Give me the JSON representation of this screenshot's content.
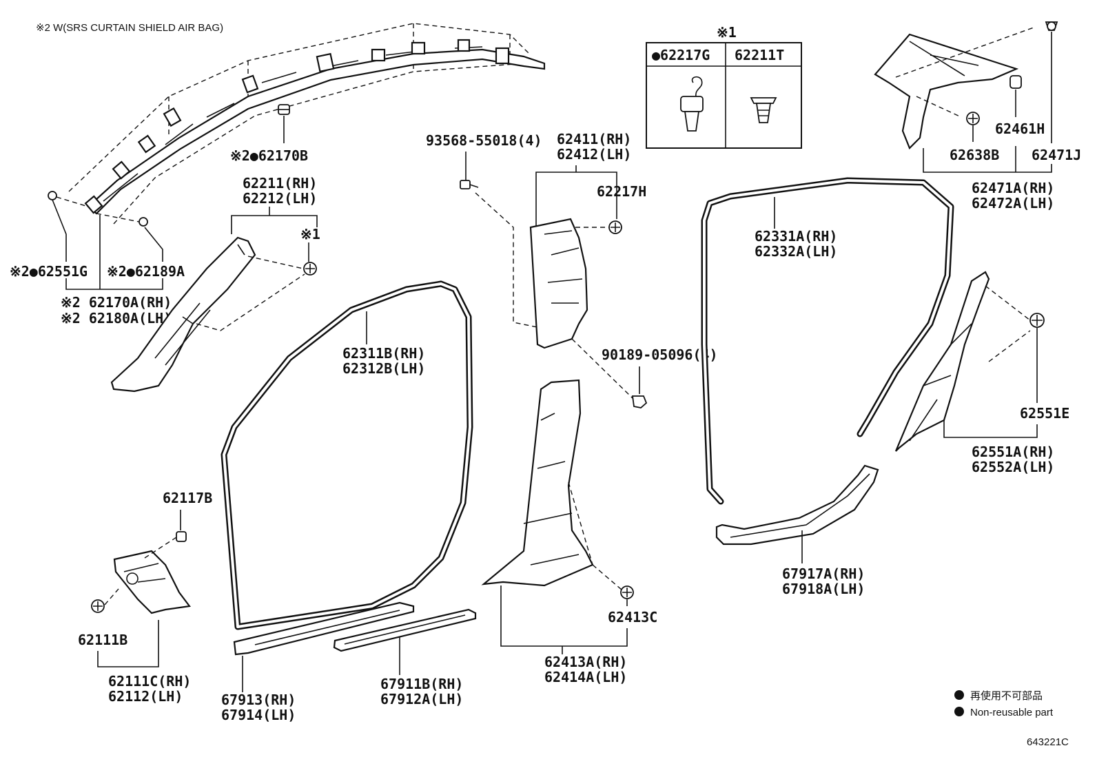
{
  "header_note": "※2 W(SRS CURTAIN SHIELD AIR BAG)",
  "inset": {
    "mark": "※1",
    "col_left": "●62217G",
    "col_right": "62211T"
  },
  "labels": {
    "p62170B": "※2●62170B",
    "p62551G": "※2●62551G",
    "p62189A": "※2●62189A",
    "p62170A": "※2 62170A(RH)",
    "p62180A": "※2 62180A(LH)",
    "p62211": "62211(RH)",
    "p62212": "62212(LH)",
    "mark1": "※1",
    "p93568": "93568-55018(4)",
    "p62411": "62411(RH)",
    "p62412": "62412(LH)",
    "p62217H": "62217H",
    "p62311B": "62311B(RH)",
    "p62312B": "62312B(LH)",
    "p90189": "90189-05096(4)",
    "p62117B": "62117B",
    "p62111B": "62111B",
    "p62111C": "62111C(RH)",
    "p62112": "62112(LH)",
    "p67913": "67913(RH)",
    "p67914": "67914(LH)",
    "p67911B": "67911B(RH)",
    "p67912A": "67912A(LH)",
    "p62413C": "62413C",
    "p62413A": "62413A(RH)",
    "p62414A": "62414A(LH)",
    "p62331A": "62331A(RH)",
    "p62332A": "62332A(LH)",
    "p62461H": "62461H",
    "p62638B": "62638B",
    "p62471J": "62471J",
    "p62471A": "62471A(RH)",
    "p62472A": "62472A(LH)",
    "p62551E": "62551E",
    "p62551A": "62551A(RH)",
    "p62552A": "62552A(LH)",
    "p67917A": "67917A(RH)",
    "p67918A": "67918A(LH)"
  },
  "legend": {
    "jp": "再使用不可部品",
    "en": "Non-reusable part"
  },
  "figure_code": "643221C"
}
